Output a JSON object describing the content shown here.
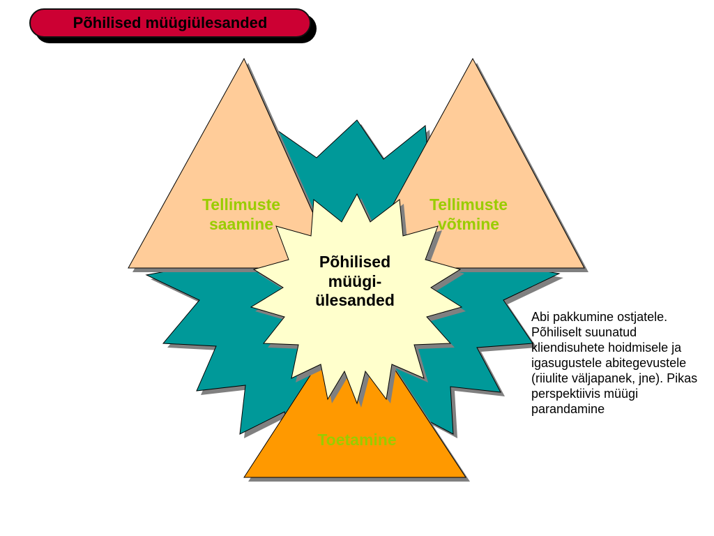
{
  "title": "Põhilised müügiülesanded",
  "diagram": {
    "left_triangle": "Tellimuste saamine",
    "right_triangle": "Tellimuste võtmine",
    "bottom_triangle": "Toetamine",
    "center_star": "Põhilised müügi-ülesanded"
  },
  "note": "Abi pakkumine ostjatele. Põhiliselt suunatud kliendisuhete hoidmisele ja igasugustele abitegevustele (riiulite väljapanek, jne). Pikas perspektiivis müügi parandamine",
  "colors": {
    "title_fill": "#cc0033",
    "teal_star": "#009999",
    "top_triangles": "#ffcc99",
    "bottom_triangle": "#ff9900",
    "center_star": "#ffffcc",
    "label_green": "#99cc00"
  }
}
